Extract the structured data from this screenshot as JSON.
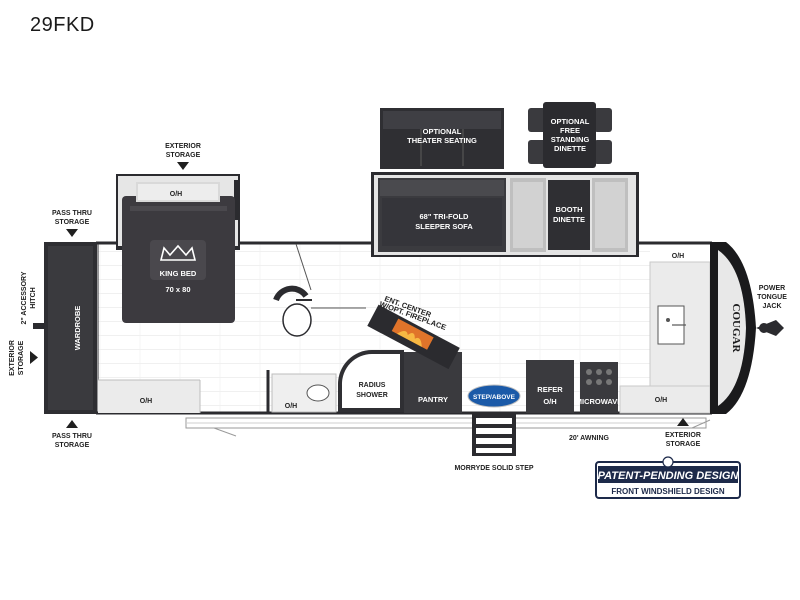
{
  "model": "29FKD",
  "labels": {
    "exterior_storage_top": [
      "EXTERIOR",
      "STORAGE"
    ],
    "king_bed": "KING BED",
    "king_bed_size": "70 x 80",
    "bedroom_oh": "O/H",
    "pass_thru_top": [
      "PASS THRU",
      "STORAGE"
    ],
    "pass_thru_bottom": [
      "PASS THRU",
      "STORAGE"
    ],
    "accessory_hitch": [
      "2\" ACCESSORY",
      "HITCH"
    ],
    "exterior_storage_left": [
      "EXTERIOR",
      "STORAGE"
    ],
    "wardrobe": "WARDROBE",
    "rear_oh": "O/H",
    "bath_oh": "O/H",
    "radius_shower": [
      "RADIUS",
      "SHOWER"
    ],
    "pantry": "PANTRY",
    "ent_center": [
      "ENT. CENTER",
      "W/OPT. FIREPLACE"
    ],
    "theater_seating": [
      "OPTIONAL",
      "THEATER SEATING"
    ],
    "sleeper_sofa": [
      "68\" TRI-FOLD",
      "SLEEPER SOFA"
    ],
    "free_standing_dinette": [
      "OPTIONAL",
      "FREE",
      "STANDING",
      "DINETTE"
    ],
    "booth_dinette": [
      "BOOTH",
      "DINETTE"
    ],
    "refer": "REFER",
    "refer_oh": "O/H",
    "microwave": "MICROWAVE",
    "kitchen_oh": "O/H",
    "front_oh": "O/H",
    "power_tongue_jack": [
      "POWER",
      "TONGUE",
      "JACK"
    ],
    "exterior_storage_right": [
      "EXTERIOR",
      "STORAGE"
    ],
    "awning": "20' AWNING",
    "morryde_step": "MORRYDE SOLID STEP",
    "stepabove_logo": "STEP/ABOVE",
    "cap_logo": "COUGAR",
    "patent_line1": "PATENT-PENDING DESIGN",
    "patent_line2": "FRONT WINDSHIELD DESIGN"
  },
  "colors": {
    "wall": "#2b2b2f",
    "bed": "#3c3a3f",
    "sofa": "#3b3b3f",
    "shower": "#2f2f33",
    "fireplace": "#e0742a",
    "step_logo": "#1b5aa8",
    "patent_bg": "#1d2a4a"
  }
}
